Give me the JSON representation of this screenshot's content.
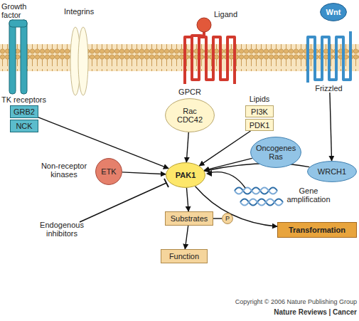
{
  "diagram": {
    "nodes": [
      {
        "text": [
          "Wnt"
        ]
      },
      {
        "text": [
          "Frizzled"
        ]
      },
      {
        "text": [
          "GRB2"
        ]
      },
      {
        "text": [
          "NCK"
        ]
      },
      {
        "text": [
          "Rac CDC42"
        ]
      },
      {
        "text": [
          "PI3K"
        ]
      },
      {
        "text": [
          "PDK1"
        ]
      },
      {
        "text": [
          "Oncogenes Ras"
        ]
      },
      {
        "text": [
          "ETK"
        ]
      },
      {
        "text": [
          "WRCH1"
        ]
      },
      {
        "text": [
          "PAK1"
        ]
      },
      {
        "text": [
          "Substrates"
        ]
      },
      {
        "text": [
          "P"
        ]
      },
      {
        "text": [
          "Transformation"
        ]
      },
      {
        "text": [
          "Function"
        ]
      }
    ],
    "edges": [
      {
        "from": 2,
        "to": 10,
        "arrow": "to"
      },
      {
        "from": 4,
        "to": 10,
        "arrow": "to"
      },
      {
        "from": 6,
        "to": 10,
        "arrow": "to"
      },
      {
        "from": 8,
        "to": 10,
        "arrow": "to"
      },
      {
        "from": 7,
        "to": 10,
        "arrow": "to"
      },
      {
        "from": 1,
        "to": 9,
        "arrow": "to"
      },
      {
        "from": 9,
        "to": 10,
        "arrow": "to"
      },
      {
        "from": 10,
        "to": 11,
        "arrow": "to"
      },
      {
        "from": 11,
        "to": 14,
        "arrow": "to"
      },
      {
        "from": 10,
        "to": 13,
        "arrow": "to"
      },
      {
        "from": 11,
        "to": 12,
        "arrow": "none"
      }
    ],
    "labels": [
      "Growth factor",
      "Integrins",
      "Ligand",
      "TK receptors",
      "GPCR",
      "Lipids",
      "Non-receptor kinases",
      "Endogenous inhibitors",
      "Gene amplification",
      "Copyright © 2006 Nature Publishing Group",
      "Nature Reviews | Cancer"
    ]
  }
}
